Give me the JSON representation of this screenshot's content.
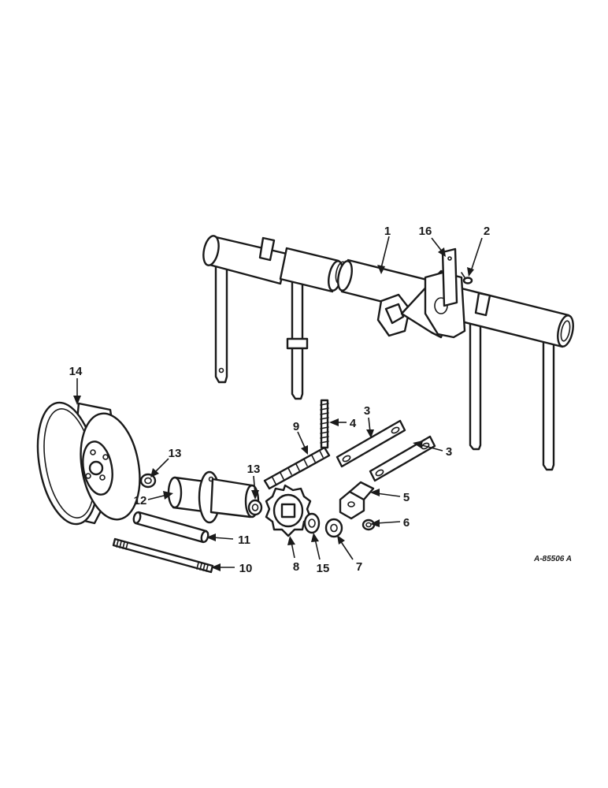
{
  "callouts": {
    "c1": "1",
    "c2": "2",
    "c3a": "3",
    "c3b": "3",
    "c4": "4",
    "c5": "5",
    "c6": "6",
    "c7": "7",
    "c8": "8",
    "c9": "9",
    "c10": "10",
    "c11": "11",
    "c12": "12",
    "c13a": "13",
    "c13b": "13",
    "c14": "14",
    "c15": "15",
    "c16": "16"
  },
  "reference_code": "A-85506 A"
}
